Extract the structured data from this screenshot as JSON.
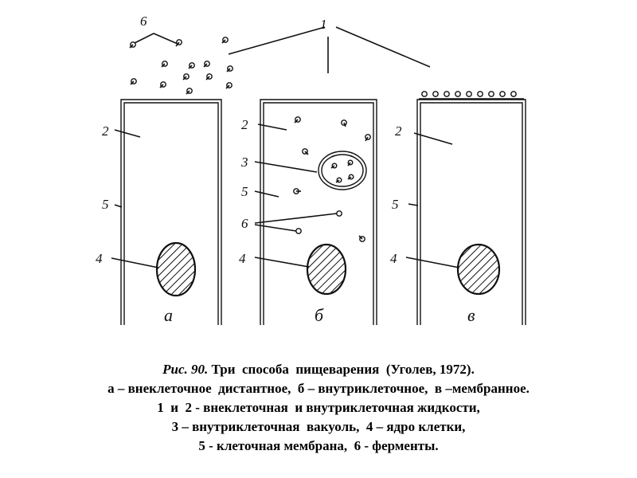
{
  "labels": {
    "n1": "1",
    "n2": "2",
    "n3": "3",
    "n4": "4",
    "n5": "5",
    "n6": "6"
  },
  "panels": [
    "а",
    "б",
    "в"
  ],
  "caption": {
    "fig_ref": "Рис. 90.",
    "line1_rest": " Три  способа  пищеварения  (Уголев, 1972).",
    "line2": "а – внеклеточное  дистантное,  б – внутриклеточное,  в –мембранное.",
    "line3": "1  и  2 - внеклеточная  и внутриклеточная жидкости,",
    "line4": "3 – внутриклеточная  вакуоль,  4 – ядро клетки,",
    "line5": "5 - клеточная мембрана,  6 - ферменты."
  }
}
